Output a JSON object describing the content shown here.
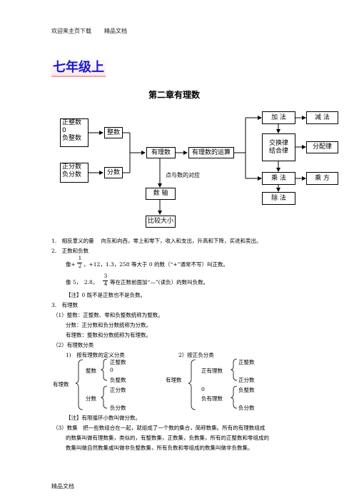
{
  "header": {
    "left": "欢迎来主页下载",
    "right": "精品文档"
  },
  "grade_title": "七年级上",
  "chapter_title": "第二章有理数",
  "diagram": {
    "int_components": [
      "正整数",
      "0",
      "负整数"
    ],
    "frac_components": [
      "正分数",
      "负分数"
    ],
    "integer": "整数",
    "fraction": "分数",
    "rational": "有理数",
    "operations": "有理数的运算",
    "correspondence_label": "点与数的对应",
    "number_axis": "数 轴",
    "compare": "比较大小",
    "add": "加 法",
    "subtract": "减 法",
    "laws": [
      "交换律",
      "结合律"
    ],
    "distributive": "分配律",
    "multiply": "乘 法",
    "power": "乘 方",
    "divide": "除 法"
  },
  "items": {
    "i1": "1.　相反意义的量　 向东和向西，零上和零下，收入和支出，升高和下降，买进和卖出。",
    "i2": "2.　正数和负数",
    "i2_line1_pre": "像+",
    "frac_num": "1",
    "frac_den": "2",
    "i2_line1_post": "，+12，1.3，258 等大于 0 的数（“+”通常不写）叫正数。",
    "i2_line2_pre": "像 5，　2.8，",
    "frac2_num": "3",
    "frac2_den": "4",
    "i2_line2_post": "等在正数前面加“—”(读负）的数叫负数。",
    "i2_note": "【注】0 既不是正数也不是负数。",
    "i3": "3.　有理数",
    "i3_1": "（1）整数：正整数、零和负整数统称为整数。",
    "i3_1b": "分数：正分数和负分数统称为分数。",
    "i3_1c": "有理数：整数和分数统称为有理数。",
    "i3_2": "（2）有理数分类",
    "class_a_title": "1)　按有理数的定义分类",
    "class_b_title": "2）按正负分类",
    "class_a": {
      "root": "有理数",
      "int": "整数",
      "int_items": [
        "正整数",
        "0",
        "负整数"
      ],
      "frac": "分数",
      "frac_items": [
        "正分数",
        "负分数"
      ]
    },
    "class_b": {
      "root": "有理数",
      "pos": "正有理数",
      "pos_items": [
        "正整数",
        "正分数"
      ],
      "zero": "0",
      "neg": "负有理数",
      "neg_items": [
        "负整数",
        "负分数"
      ]
    },
    "i3_note": "【注】有限循环小数叫做分数。",
    "i3_3a": "（3）数集　把一些数组合在一起，就组成了一个数的集合，简称数集。所有的有理数组成",
    "i3_3b": "的数集叫做有理数集，类似的，有整数集，正数集，负数集，所有的正整数和零组成的",
    "i3_3c": "数集叫做自然数集或叫做非负整数集，所有负数和零组成的数集叫做非负数集。"
  },
  "footer": "精品文档"
}
